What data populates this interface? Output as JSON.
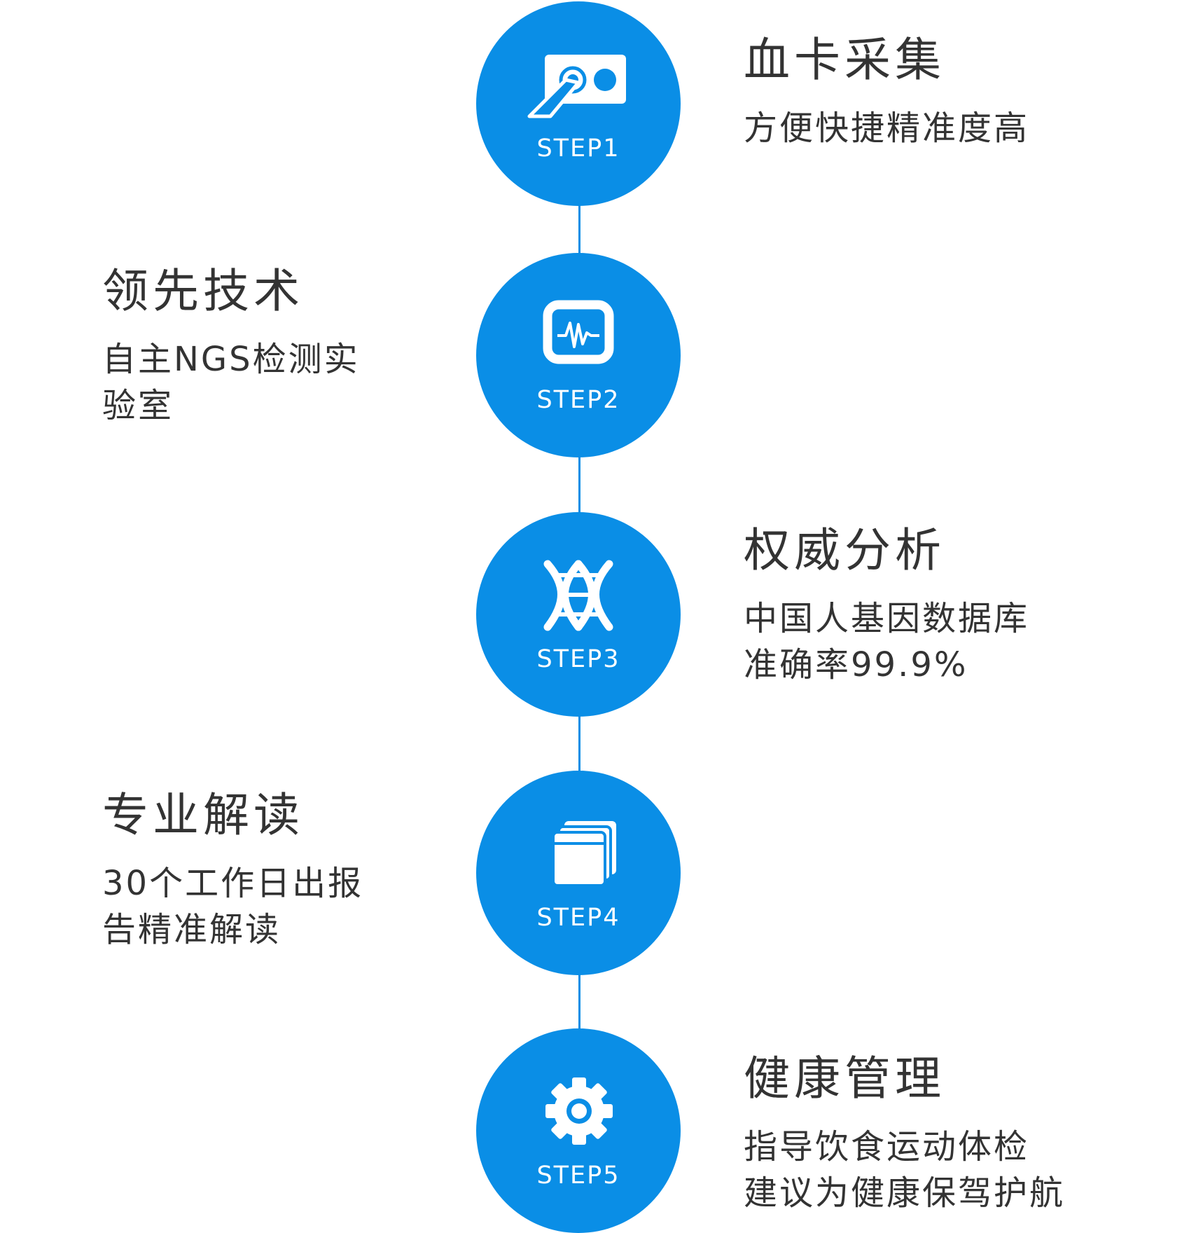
{
  "steps": [
    {
      "label": "STEP1",
      "icon": "blood-card-finger-icon",
      "title": "血卡采集",
      "desc_lines": [
        "方便快捷精准度高"
      ]
    },
    {
      "label": "STEP2",
      "icon": "waveform-monitor-icon",
      "title": "领先技术",
      "desc_lines": [
        "自主NGS检测实",
        "验室"
      ]
    },
    {
      "label": "STEP3",
      "icon": "dna-helix-icon",
      "title": "权威分析",
      "desc_lines": [
        "中国人基因数据库",
        "准确率99.9%"
      ]
    },
    {
      "label": "STEP4",
      "icon": "report-pages-icon",
      "title": "专业解读",
      "desc_lines": [
        "30个工作日出报",
        "告精准解读"
      ]
    },
    {
      "label": "STEP5",
      "icon": "gear-icon",
      "title": "健康管理",
      "desc_lines": [
        "指导饮食运动体检",
        "建议为健康保驾护航"
      ]
    }
  ],
  "colors": {
    "accent": "#0a8ee6",
    "text": "#333333",
    "icon": "#ffffff"
  }
}
